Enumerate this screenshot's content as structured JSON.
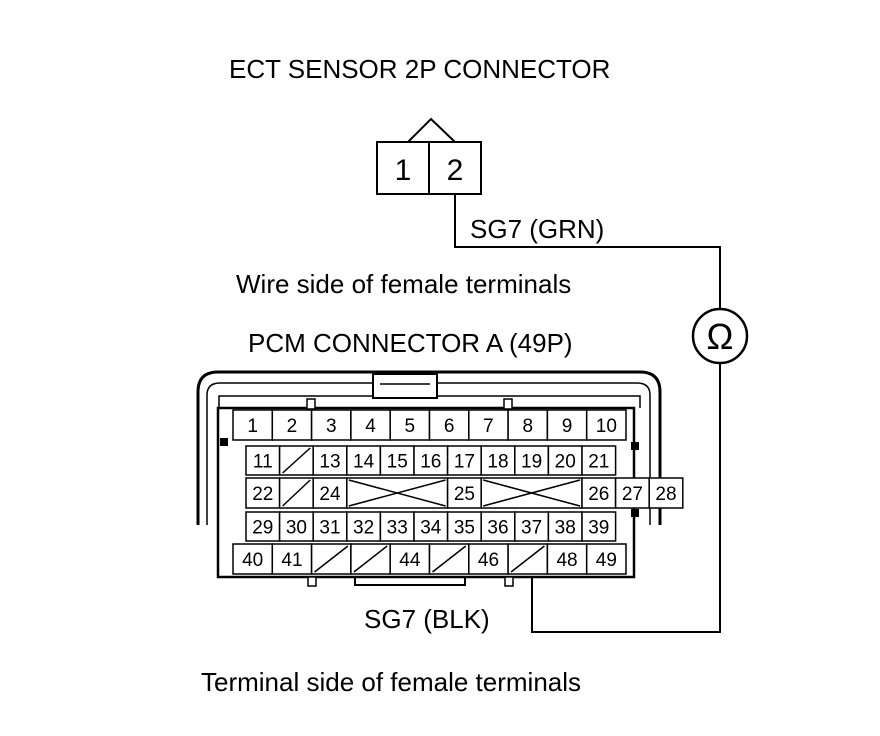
{
  "diagram": {
    "ect_title": "ECT SENSOR 2P CONNECTOR",
    "ect_pins": [
      "1",
      "2"
    ],
    "wire_upper": "SG7 (GRN)",
    "wire_side_label": "Wire side of female terminals",
    "pcm_title": "PCM CONNECTOR A (49P)",
    "wire_lower": "SG7 (BLK)",
    "terminal_side_label": "Terminal side of female terminals",
    "meter_symbol": "Ω",
    "pcm_rows": [
      [
        "1",
        "2",
        "3",
        "4",
        "5",
        "6",
        "7",
        "8",
        "9",
        "10"
      ],
      [
        "11",
        "",
        "13",
        "14",
        "15",
        "16",
        "17",
        "18",
        "19",
        "20",
        "21"
      ],
      [
        "22",
        "",
        "24",
        "",
        "25",
        "",
        "26",
        "27",
        "28"
      ],
      [
        "29",
        "30",
        "31",
        "32",
        "33",
        "34",
        "35",
        "36",
        "37",
        "38",
        "39"
      ],
      [
        "40",
        "41",
        "",
        "",
        "44",
        "",
        "46",
        "",
        "48",
        "49"
      ]
    ]
  }
}
